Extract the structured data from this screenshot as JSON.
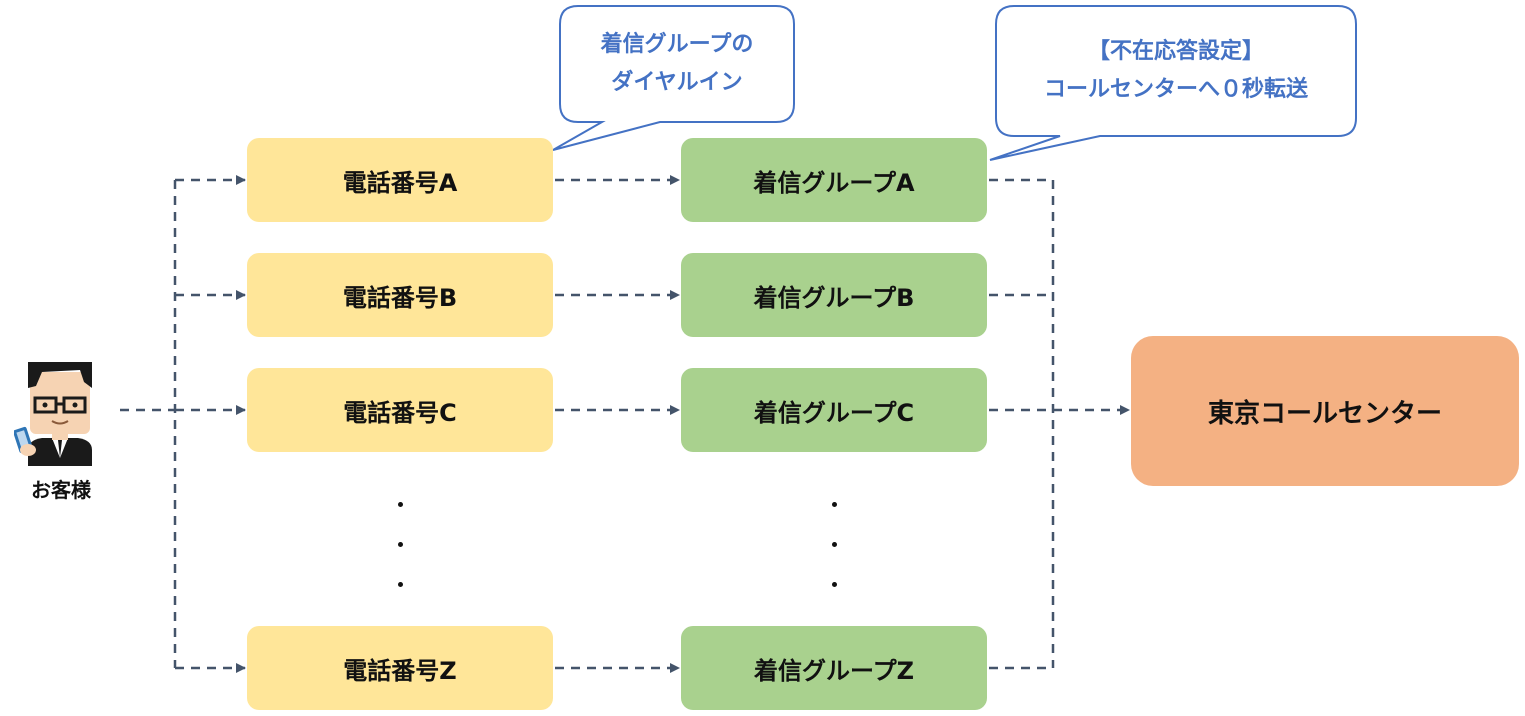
{
  "customer": {
    "label": "お客様",
    "icon": "businessman-with-phone-icon"
  },
  "phone_numbers": [
    {
      "label": "電話番号A"
    },
    {
      "label": "電話番号B"
    },
    {
      "label": "電話番号C"
    },
    {
      "label": "電話番号Z"
    }
  ],
  "incoming_groups": [
    {
      "label": "着信グループA"
    },
    {
      "label": "着信グループB"
    },
    {
      "label": "着信グループC"
    },
    {
      "label": "着信グループZ"
    }
  ],
  "call_center": {
    "label": "東京コールセンター"
  },
  "callouts": {
    "dial_in": {
      "line1": "着信グループの",
      "line2": "ダイヤルイン"
    },
    "absence_setting": {
      "line1": "【不在応答設定】",
      "line2": "コールセンターへ０秒転送"
    }
  },
  "colors": {
    "phone_box": "#FFE699",
    "group_box": "#A9D18E",
    "center_box": "#F4B183",
    "callout_border": "#4472C4",
    "connector": "#44546A"
  }
}
